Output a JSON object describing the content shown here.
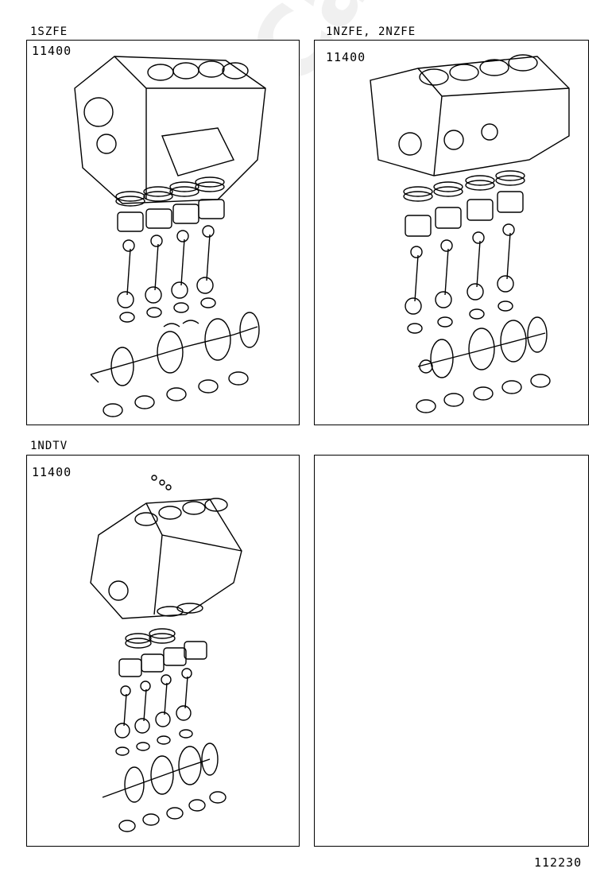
{
  "panels": [
    {
      "label": "1SZFE",
      "part_number": "11400"
    },
    {
      "label": "1NZFE, 2NZFE",
      "part_number": "11400"
    },
    {
      "label": "1NDTV",
      "part_number": "11400"
    },
    {
      "label": "",
      "part_number": ""
    }
  ],
  "figure_number": "112230",
  "watermark": "ToyotaCarMi"
}
